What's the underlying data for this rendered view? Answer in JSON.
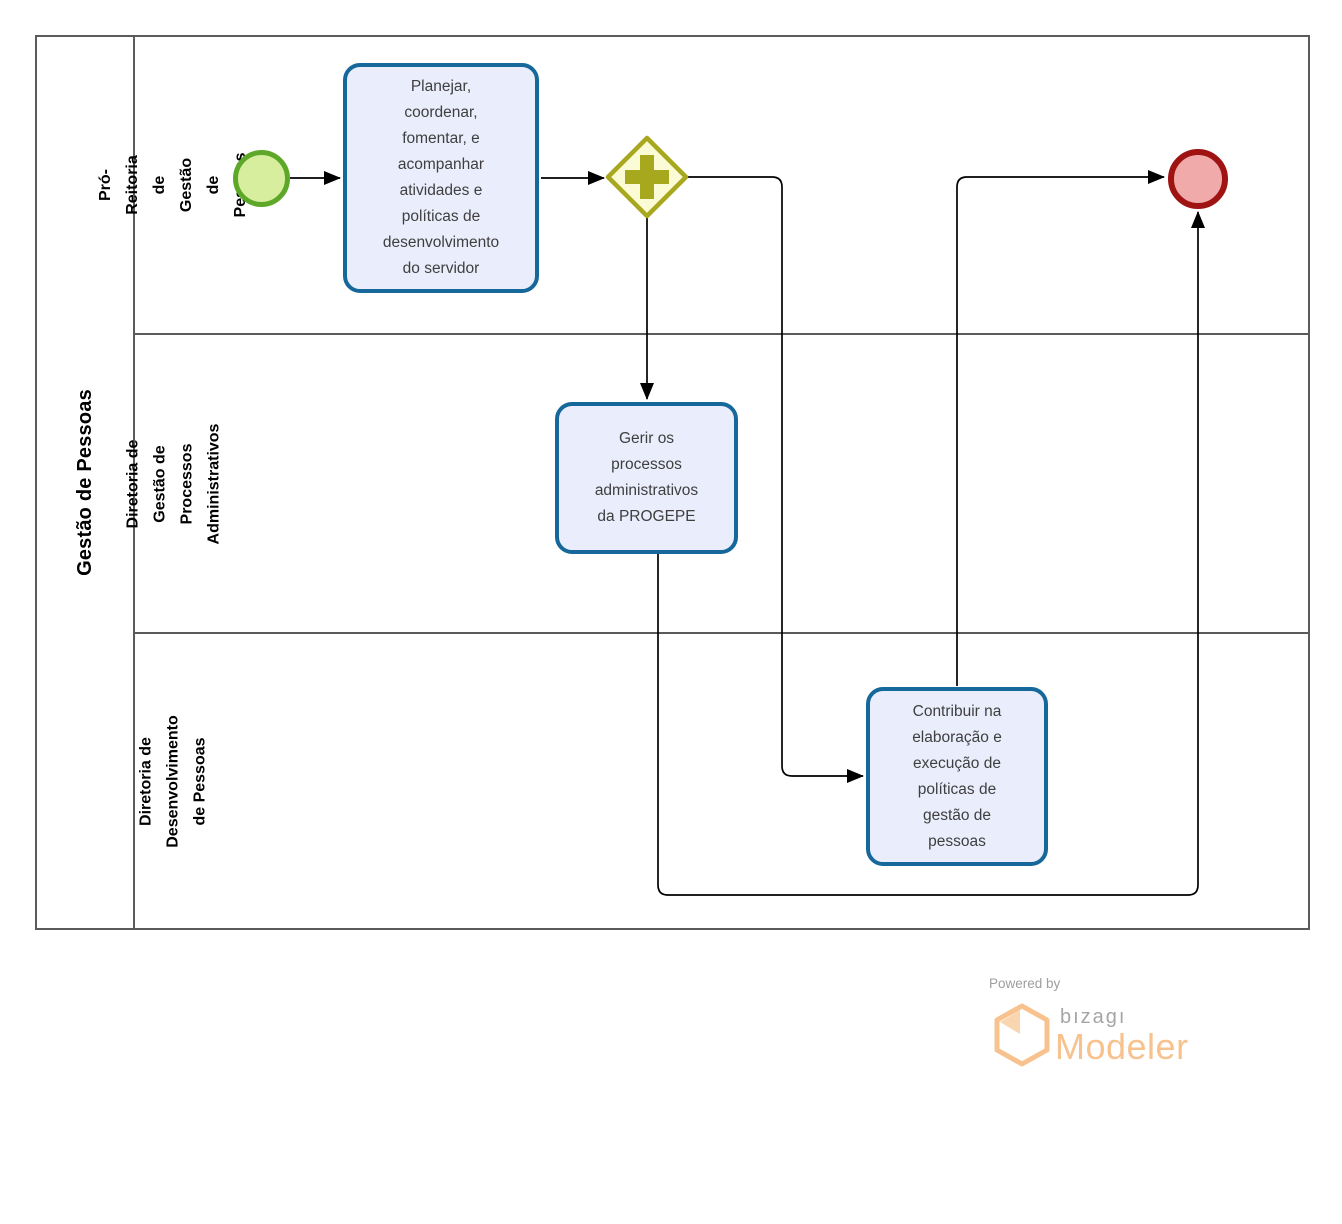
{
  "diagram": {
    "pool": {
      "label": "Gestão de Pessoas",
      "lanes": [
        {
          "label": "Pró-Reitoria de Gestão de\nPessoas"
        },
        {
          "label": "Diretoria de Gestão de\nProcessos Administrativos"
        },
        {
          "label": "Diretoria de Desenvolvimento\nde Pessoas"
        }
      ]
    },
    "nodes": {
      "start_event": {
        "type": "start-event"
      },
      "task_planejar": {
        "type": "task",
        "label": "Planejar,\ncoordenar,\nfomentar, e\nacompanhar\natividades e\npolíticas de\ndesenvolvimento\ndo servidor"
      },
      "parallel_gateway": {
        "type": "parallel-gateway"
      },
      "task_gerir": {
        "type": "task",
        "label": "Gerir os\nprocessos\nadministrativos\nda PROGEPE"
      },
      "task_contribuir": {
        "type": "task",
        "label": "Contribuir na\nelaboração e\nexecução de\npolíticas de\ngestão de\npessoas"
      },
      "end_event": {
        "type": "end-event"
      }
    },
    "flows": [
      {
        "from": "start_event",
        "to": "task_planejar"
      },
      {
        "from": "task_planejar",
        "to": "parallel_gateway"
      },
      {
        "from": "parallel_gateway",
        "to": "task_gerir"
      },
      {
        "from": "parallel_gateway",
        "to": "task_contribuir"
      },
      {
        "from": "task_gerir",
        "to": "end_event"
      },
      {
        "from": "task_contribuir",
        "to": "end_event"
      }
    ],
    "colors": {
      "task_fill": "#eaedfb",
      "task_border": "#16689a",
      "start_event_border": "#5ea829",
      "start_event_fill": "#d6ee9e",
      "gateway_border": "#a8a81f",
      "gateway_fill": "#fbfbd6",
      "end_event_border": "#a01313",
      "end_event_fill": "#f0aaaa",
      "lane_border": "#5b5b5b",
      "flow_line": "#000000"
    }
  },
  "footer": {
    "powered_by": "Powered by",
    "brand": "bızagı",
    "product": "Modeler",
    "brand_orange": "#f7c28e",
    "brand_gray": "#a5a5a5"
  }
}
